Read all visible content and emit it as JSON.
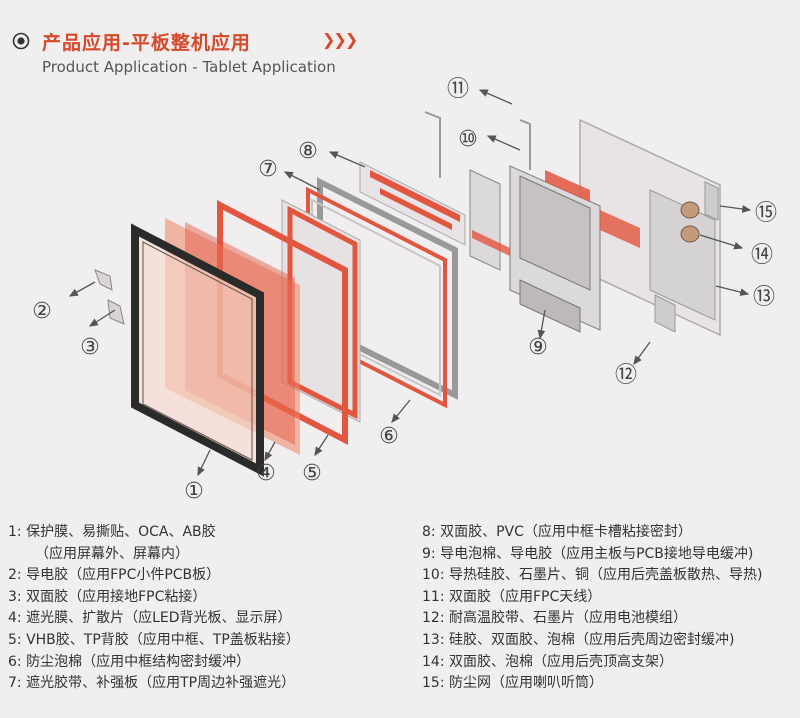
{
  "header": {
    "title_cn": "产品应用-平板整机应用",
    "title_en": "Product Application - Tablet Application"
  },
  "diagram": {
    "callouts": [
      "①",
      "②",
      "③",
      "④",
      "⑤",
      "⑥",
      "⑦",
      "⑧",
      "⑨",
      "⑩",
      "⑪",
      "⑫",
      "⑬",
      "⑭",
      "⑮"
    ]
  },
  "legend": {
    "left": [
      {
        "text": "1:  保护膜、易撕贴、OCA、AB胶"
      },
      {
        "text": "（应用屏幕外、屏幕内）",
        "cont": true
      },
      {
        "text": "2:  导电胶（应用FPC小件PCB板）"
      },
      {
        "text": "3:  双面胶（应用接地FPC粘接）"
      },
      {
        "text": "4:  遮光膜、扩散片（应LED背光板、显示屏）"
      },
      {
        "text": "5:  VHB胶、TP背胶（应用中框、TP盖板粘接）"
      },
      {
        "text": "6:  防尘泡棉（应用中框结构密封缓冲）"
      },
      {
        "text": "7:  遮光胶带、补强板（应用TP周边补强遮光）"
      }
    ],
    "right": [
      {
        "text": "8:  双面胶、PVC（应用中框卡槽粘接密封）"
      },
      {
        "text": "9:  导电泡棉、导电胶（应用主板与PCB接地导电缓冲)"
      },
      {
        "text": "10:  导热硅胶、石墨片、铜（应用后壳盖板散热、导热)"
      },
      {
        "text": "11:  双面胶（应用FPC天线）"
      },
      {
        "text": "12:  耐高温胶带、石墨片（应用电池模组）"
      },
      {
        "text": "13:  硅胶、双面胶、泡棉（应用后壳周边密封缓冲)"
      },
      {
        "text": "14:  双面胶、泡棉（应用后壳顶高支架）"
      },
      {
        "text": "15:  防尘网（应用喇叭听筒）"
      }
    ]
  },
  "colors": {
    "accent": "#d64a2b",
    "layer_red": "#e2553f",
    "layer_orange": "#ee8563",
    "frame_black": "#2a2a2a",
    "background": "#f1eeef"
  }
}
